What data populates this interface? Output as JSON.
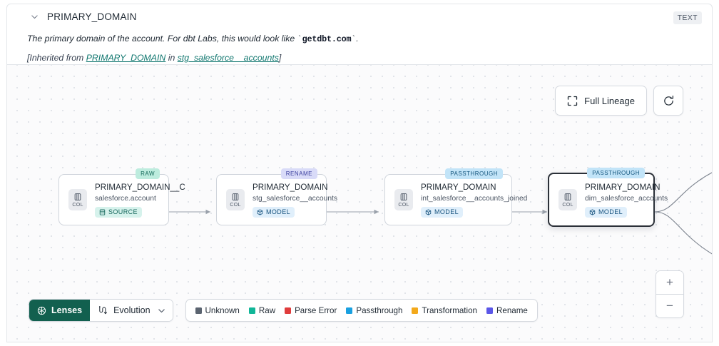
{
  "header": {
    "collapse_icon": "chevron-down-icon",
    "title": "PRIMARY_DOMAIN",
    "type_badge": "TEXT",
    "description_part1": "The primary domain of the account. For dbt Labs, this would look like ",
    "description_code": "getdbt.com",
    "description_part2": ".",
    "inherited_prefix": "[Inherited from ",
    "inherited_link1": "PRIMARY_DOMAIN",
    "inherited_middle": " in ",
    "inherited_link2": "stg_salesforce__accounts",
    "inherited_suffix": "]"
  },
  "canvas": {
    "full_lineage_label": "Full Lineage",
    "full_lineage_icon": "expand-icon",
    "refresh_icon": "refresh-icon",
    "zoom_in_label": "+",
    "zoom_out_label": "−"
  },
  "nodes": [
    {
      "id": "node-raw",
      "tag": "RAW",
      "tag_kind": "raw",
      "col_label": "COL",
      "title": "PRIMARY_DOMAIN__C",
      "subtitle": "salesforce.account",
      "badge": "SOURCE",
      "badge_kind": "source",
      "badge_icon": "table-icon",
      "selected": false
    },
    {
      "id": "node-stg",
      "tag": "RENAME",
      "tag_kind": "rename",
      "col_label": "COL",
      "title": "PRIMARY_DOMAIN",
      "subtitle": "stg_salesforce__accounts",
      "badge": "MODEL",
      "badge_kind": "model",
      "badge_icon": "cube-icon",
      "selected": false
    },
    {
      "id": "node-int",
      "tag": "PASSTHROUGH",
      "tag_kind": "passthrough",
      "col_label": "COL",
      "title": "PRIMARY_DOMAIN",
      "subtitle": "int_salesforce__accounts_joined",
      "badge": "MODEL",
      "badge_kind": "model",
      "badge_icon": "cube-icon",
      "selected": false
    },
    {
      "id": "node-dim",
      "tag": "PASSTHROUGH",
      "tag_kind": "passthrough",
      "col_label": "COL",
      "title": "PRIMARY_DOMAIN",
      "subtitle": "dim_salesforce_accounts",
      "badge": "MODEL",
      "badge_kind": "model",
      "badge_icon": "cube-icon",
      "selected": true
    }
  ],
  "toolbar": {
    "lenses_label": "Lenses",
    "lenses_icon": "aperture-icon",
    "evolution_label": "Evolution",
    "evolution_icon": "evolution-flow-icon",
    "evolution_chevron": "chevron-down-icon"
  },
  "legend": {
    "items": [
      {
        "label": "Unknown",
        "color": "#5b6470"
      },
      {
        "label": "Raw",
        "color": "#11b698"
      },
      {
        "label": "Parse Error",
        "color": "#e03c3c"
      },
      {
        "label": "Passthrough",
        "color": "#19a0e0"
      },
      {
        "label": "Transformation",
        "color": "#f3a91b"
      },
      {
        "label": "Rename",
        "color": "#5b57e8"
      }
    ]
  }
}
